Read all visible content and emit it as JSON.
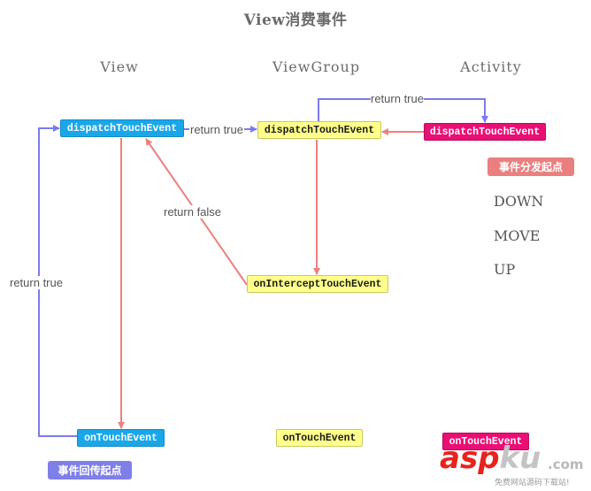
{
  "title": "View消费事件",
  "columns": {
    "view": "View",
    "viewgroup": "ViewGroup",
    "activity": "Activity"
  },
  "nodes": {
    "view_dispatch": "dispatchTouchEvent",
    "viewgroup_dispatch": "dispatchTouchEvent",
    "activity_dispatch": "dispatchTouchEvent",
    "viewgroup_intercept": "onInterceptTouchEvent",
    "view_ontouch": "onTouchEvent",
    "viewgroup_ontouch": "onTouchEvent",
    "activity_ontouch": "onTouchEvent"
  },
  "badges": {
    "dispatch_start": "事件分发起点",
    "return_start": "事件回传起点"
  },
  "edge_labels": {
    "top_return_true": "return true",
    "mid_return_true": "return true",
    "return_false": "return false",
    "left_return_true": "return true"
  },
  "actions": [
    "DOWN",
    "MOVE",
    "UP"
  ],
  "colors": {
    "blue_node": "#1aa7ea",
    "yellow_node": "#ffff8c",
    "pink_node": "#ea0f74",
    "blue_arrow": "#7b7bf0",
    "red_arrow": "#ee7f7f",
    "dispatch_badge": "#ea7f7f",
    "return_badge": "#7f7fe8"
  },
  "watermark": {
    "main": "aspku",
    "suffix": ".com",
    "sub": "免费网站源码下载站!"
  }
}
